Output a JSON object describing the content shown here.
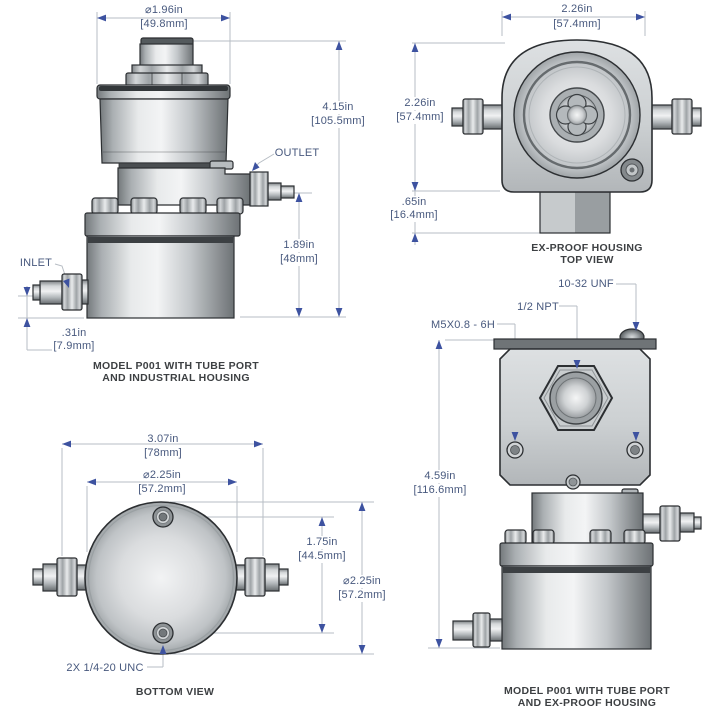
{
  "colors": {
    "dimension_text": "#48597e",
    "arrowhead": "#3d52a0",
    "dimension_line": "#b7bdc4",
    "caption_text": "#3d4043",
    "part_outline": "#2c2f32"
  },
  "views": {
    "side_industrial": {
      "caption": [
        "MODEL P001 WITH TUBE PORT",
        "AND INDUSTRIAL HOUSING"
      ],
      "labels": {
        "inlet": "INLET",
        "outlet": "OUTLET"
      },
      "dims": {
        "diameter_in": "⌀1.96in",
        "diameter_mm": "[49.8mm]",
        "height_in": "4.15in",
        "height_mm": "[105.5mm]",
        "outlet_in": "1.89in",
        "outlet_mm": "[48mm]",
        "inlet_in": ".31in",
        "inlet_mm": "[7.9mm]"
      }
    },
    "exproof_top": {
      "caption": [
        "EX-PROOF HOUSING",
        "TOP VIEW"
      ],
      "dims": {
        "width_in": "2.26in",
        "width_mm": "[57.4mm]",
        "depth_in": "2.26in",
        "depth_mm": "[57.4mm]",
        "boss_in": ".65in",
        "boss_mm": "[16.4mm]"
      }
    },
    "bottom": {
      "caption": [
        "BOTTOM VIEW"
      ],
      "labels": {
        "mount_thread": "2X 1/4-20 UNC"
      },
      "dims": {
        "width_in": "3.07in",
        "width_mm": "[78mm]",
        "dia_in": "⌀2.25in",
        "dia_mm": "[57.2mm]",
        "holes_in": "1.75in",
        "holes_mm": "[44.5mm]",
        "dia2_in": "⌀2.25in",
        "dia2_mm": "[57.2mm]"
      }
    },
    "exproof_side": {
      "caption": [
        "MODEL P001 WITH TUBE PORT",
        "AND EX-PROOF HOUSING"
      ],
      "labels": {
        "vent_thread": "10-32 UNF",
        "conduit_thread": "1/2 NPT",
        "mount_thread": "M5X0.8 - 6H"
      },
      "dims": {
        "height_in": "4.59in",
        "height_mm": "[116.6mm]"
      }
    }
  }
}
